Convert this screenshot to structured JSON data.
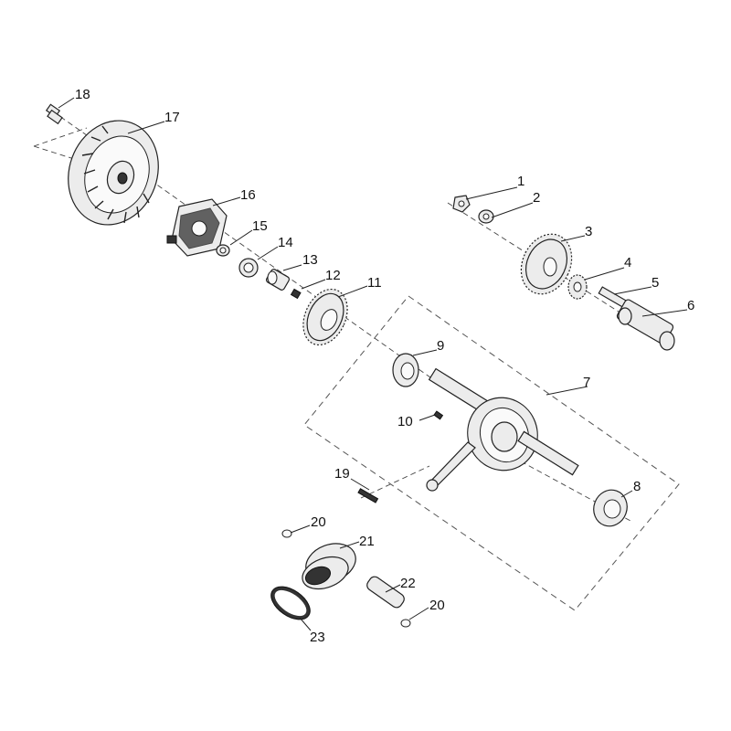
{
  "diagram": {
    "callouts": [
      {
        "id": "p1",
        "label": "1"
      },
      {
        "id": "p2",
        "label": "2"
      },
      {
        "id": "p3",
        "label": "3"
      },
      {
        "id": "p4",
        "label": "4"
      },
      {
        "id": "p5",
        "label": "5"
      },
      {
        "id": "p6",
        "label": "6"
      },
      {
        "id": "p7",
        "label": "7"
      },
      {
        "id": "p8",
        "label": "8"
      },
      {
        "id": "p9",
        "label": "9"
      },
      {
        "id": "p10",
        "label": "10"
      },
      {
        "id": "p11",
        "label": "11"
      },
      {
        "id": "p12",
        "label": "12"
      },
      {
        "id": "p13",
        "label": "13"
      },
      {
        "id": "p14",
        "label": "14"
      },
      {
        "id": "p15",
        "label": "15"
      },
      {
        "id": "p16",
        "label": "16"
      },
      {
        "id": "p17",
        "label": "17"
      },
      {
        "id": "p18",
        "label": "18"
      },
      {
        "id": "p19",
        "label": "19"
      },
      {
        "id": "p20a",
        "label": "20"
      },
      {
        "id": "p21",
        "label": "21"
      },
      {
        "id": "p22",
        "label": "22"
      },
      {
        "id": "p20b",
        "label": "20"
      },
      {
        "id": "p23",
        "label": "23"
      }
    ]
  }
}
